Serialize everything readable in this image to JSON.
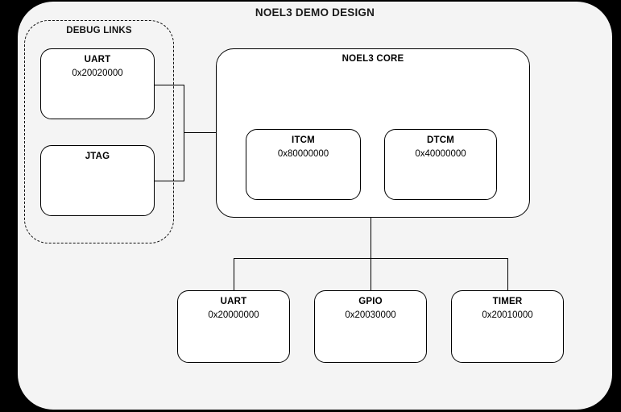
{
  "diagram": {
    "title": "NOEL3 DEMO DESIGN",
    "debug_group": {
      "label": "DEBUG LINKS",
      "blocks": [
        {
          "title": "UART",
          "address": "0x20020000"
        },
        {
          "title": "JTAG",
          "address": ""
        }
      ]
    },
    "core": {
      "title": "NOEL3 CORE",
      "memories": [
        {
          "title": "ITCM",
          "address": "0x80000000"
        },
        {
          "title": "DTCM",
          "address": "0x40000000"
        }
      ]
    },
    "peripherals": [
      {
        "title": "UART",
        "address": "0x20000000"
      },
      {
        "title": "GPIO",
        "address": "0x20030000"
      },
      {
        "title": "TIMER",
        "address": "0x20010000"
      }
    ],
    "colors": {
      "page_background": "#000000",
      "frame_background": "#f4f4f4",
      "block_background": "#ffffff",
      "line": "#000000",
      "text": "#000000"
    }
  }
}
